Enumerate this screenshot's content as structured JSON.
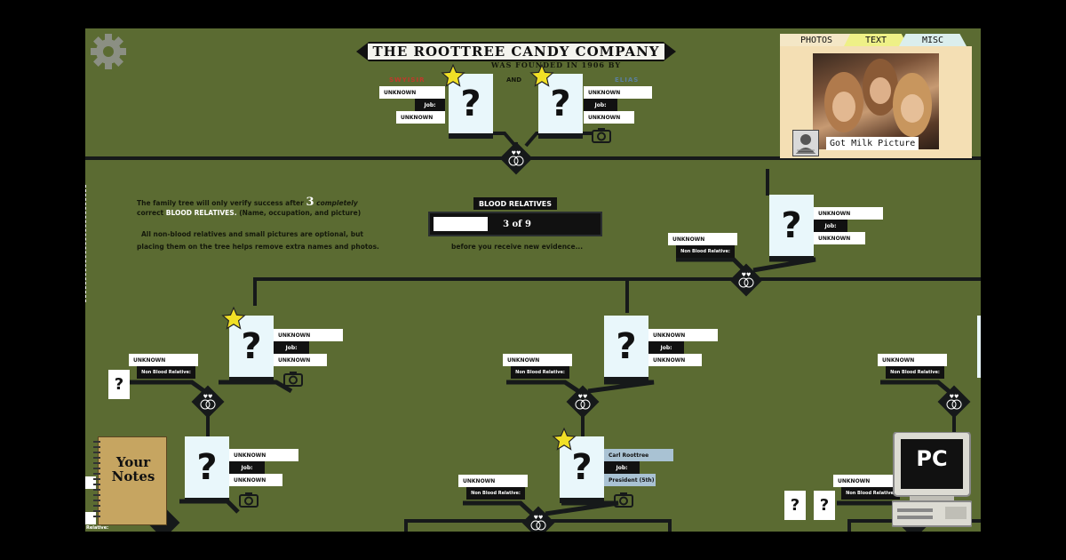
{
  "title": "THE ROOTTREE CANDY COMPANY",
  "subtitle": "WAS FOUNDED IN 1906 BY",
  "founder_left": "SWYISIR",
  "founder_and": "AND",
  "founder_right": "ELIAS",
  "unknown": "UNKNOWN",
  "job_label": "Job:",
  "non_blood_label": "Non Blood Relative:",
  "relative_label": "Relative:",
  "question_mark": "?",
  "info": {
    "line1_pre": "The family tree will only verify success after",
    "line1_num": "3",
    "line1_post": "completely",
    "line2_pre": "correct",
    "line2_bold": "BLOOD RELATIVES.",
    "line2_post": "(Name, occupation, and picture)",
    "line3": "All non-blood relatives and small pictures are optional, but",
    "line4": "placing them on the tree helps remove extra names and photos."
  },
  "progress": {
    "label": "BLOOD RELATIVES",
    "value": "3 of 9",
    "fraction": 0.333,
    "caption": "before you receive new evidence..."
  },
  "filled_card": {
    "name": "Carl Roottree",
    "job": "President (5th)"
  },
  "evidence_panel": {
    "tabs": [
      "PHOTOS",
      "TEXT",
      "MISC"
    ],
    "active_tab": "PHOTOS",
    "photo_caption": "Got Milk Picture"
  },
  "notes": {
    "label": "Your Notes"
  },
  "pc": {
    "label": "PC"
  },
  "colors": {
    "background": "#5b6b32",
    "card": "#e9f7fb",
    "star": "#f1e026",
    "founder_left": "#c0392b",
    "founder_right": "#5a7fa0",
    "filled_tag": "#a9c2d3"
  }
}
